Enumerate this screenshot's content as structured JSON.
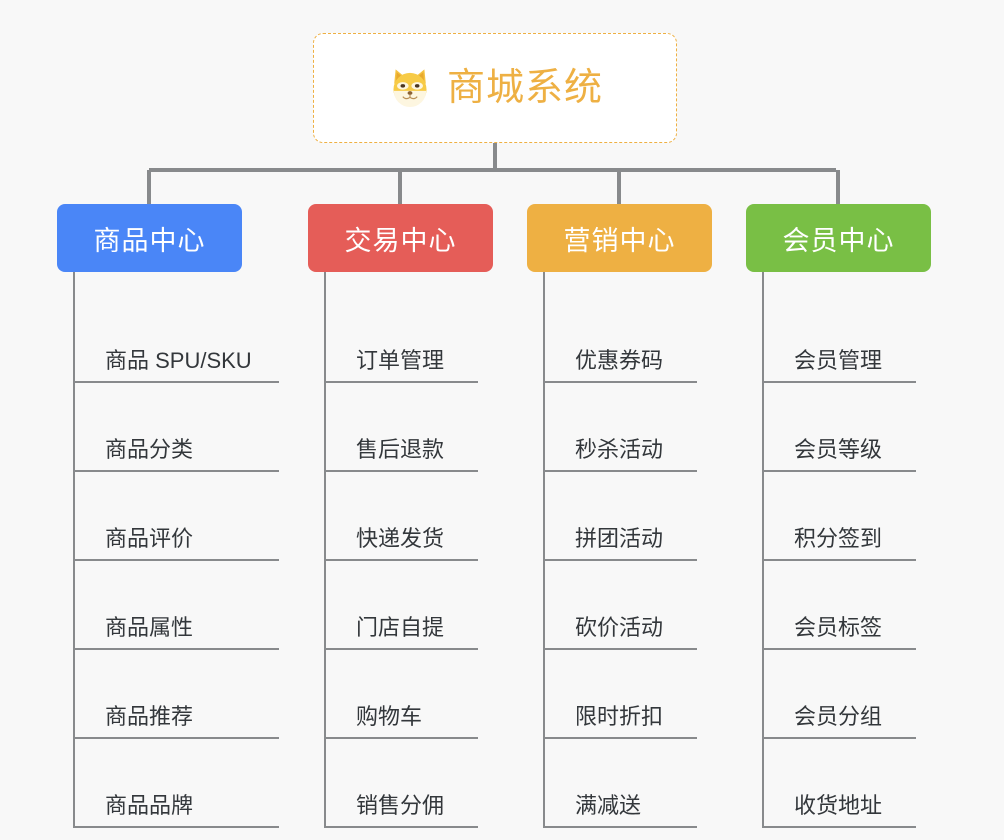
{
  "canvas": {
    "background_color": "#f8f8f8",
    "line_color": "#888a8c"
  },
  "root": {
    "title": "商城系统",
    "icon": "shiba-dog-face-icon",
    "text_color": "#eeb043",
    "border_color": "#eeb043",
    "background_color": "#ffffff"
  },
  "branches": [
    {
      "label": "商品中心",
      "color": "#4a86f7",
      "items": [
        "商品 SPU/SKU",
        "商品分类",
        "商品评价",
        "商品属性",
        "商品推荐",
        "商品品牌"
      ]
    },
    {
      "label": "交易中心",
      "color": "#e55d58",
      "items": [
        "订单管理",
        "售后退款",
        "快递发货",
        "门店自提",
        "购物车",
        "销售分佣"
      ]
    },
    {
      "label": "营销中心",
      "color": "#eeb043",
      "items": [
        "优惠券码",
        "秒杀活动",
        "拼团活动",
        "砍价活动",
        "限时折扣",
        "满减送"
      ]
    },
    {
      "label": "会员中心",
      "color": "#79bf45",
      "items": [
        "会员管理",
        "会员等级",
        "积分签到",
        "会员标签",
        "会员分组",
        "收货地址"
      ]
    }
  ]
}
